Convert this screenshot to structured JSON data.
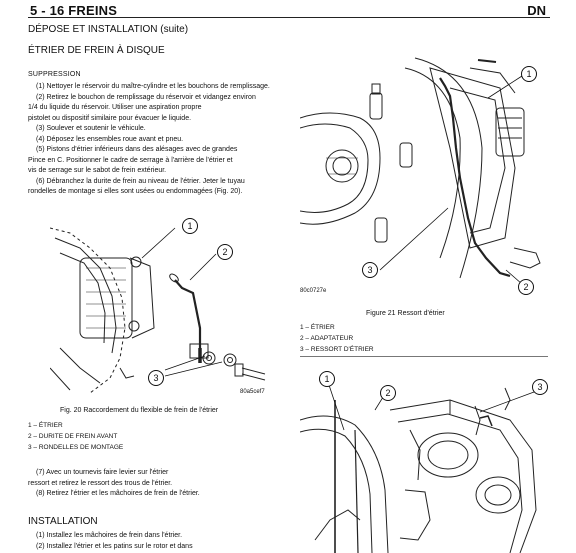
{
  "header": {
    "section": "5 - 16 FREINS",
    "model": "DN"
  },
  "title": "DÉPOSE ET INSTALLATION (suite)",
  "subtitle": "ÉTRIER DE FREIN À DISQUE",
  "removal": {
    "heading": "SUPPRESSION",
    "lines": [
      "(1) Nettoyer le réservoir du maître-cylindre et les bouchons de remplissage.",
      "(2) Retirez le bouchon de remplissage du réservoir et vidangez environ",
      "1/4 du liquide du réservoir. Utiliser une aspiration propre",
      "pistolet ou dispositif similaire pour évacuer le liquide.",
      "(3) Soulever et soutenir le véhicule.",
      "(4) Déposez les ensembles roue avant et pneu.",
      "(5) Pistons d'étrier inférieurs dans des alésages avec de grandes",
      "Pince en C. Positionner le cadre de serrage à l'arrière de l'étrier et",
      "vis de serrage sur le sabot de frein extérieur.",
      "(6) Débranchez la durite de frein au niveau de l'étrier. Jeter le tuyau",
      "rondelles de montage si elles sont usées ou endommagées (Fig. 20)."
    ]
  },
  "figure20": {
    "code": "80a5cef7",
    "caption": "Fig. 20 Raccordement du flexible de frein de l'étrier",
    "callouts": [
      "1",
      "2",
      "3"
    ],
    "legend": [
      "1 – ÉTRIER",
      "2 – DURITE DE FREIN AVANT",
      "3 – RONDELLES DE MONTAGE"
    ]
  },
  "steps_cont": [
    "(7) Avec un tournevis faire levier sur l'étrier",
    "ressort et retirez le ressort des trous de l'étrier.",
    "(8) Retirez l'étrier et les mâchoires de frein de l'étrier."
  ],
  "installation": {
    "heading": "INSTALLATION",
    "lines": [
      "(1) Installez les mâchoires de frein dans l'étrier.",
      "(2) Installez l'étrier et les patins sur le rotor et dans"
    ]
  },
  "figure21": {
    "code": "80c0727e",
    "caption": "Figure 21   Ressort d'étrier",
    "callouts": [
      "1",
      "2",
      "3"
    ],
    "legend": [
      "1 – ÉTRIER",
      "2 – ADAPTATEUR",
      "3 – RESSORT D'ÉTRIER"
    ]
  },
  "figure22": {
    "callouts": [
      "1",
      "2",
      "3"
    ]
  }
}
